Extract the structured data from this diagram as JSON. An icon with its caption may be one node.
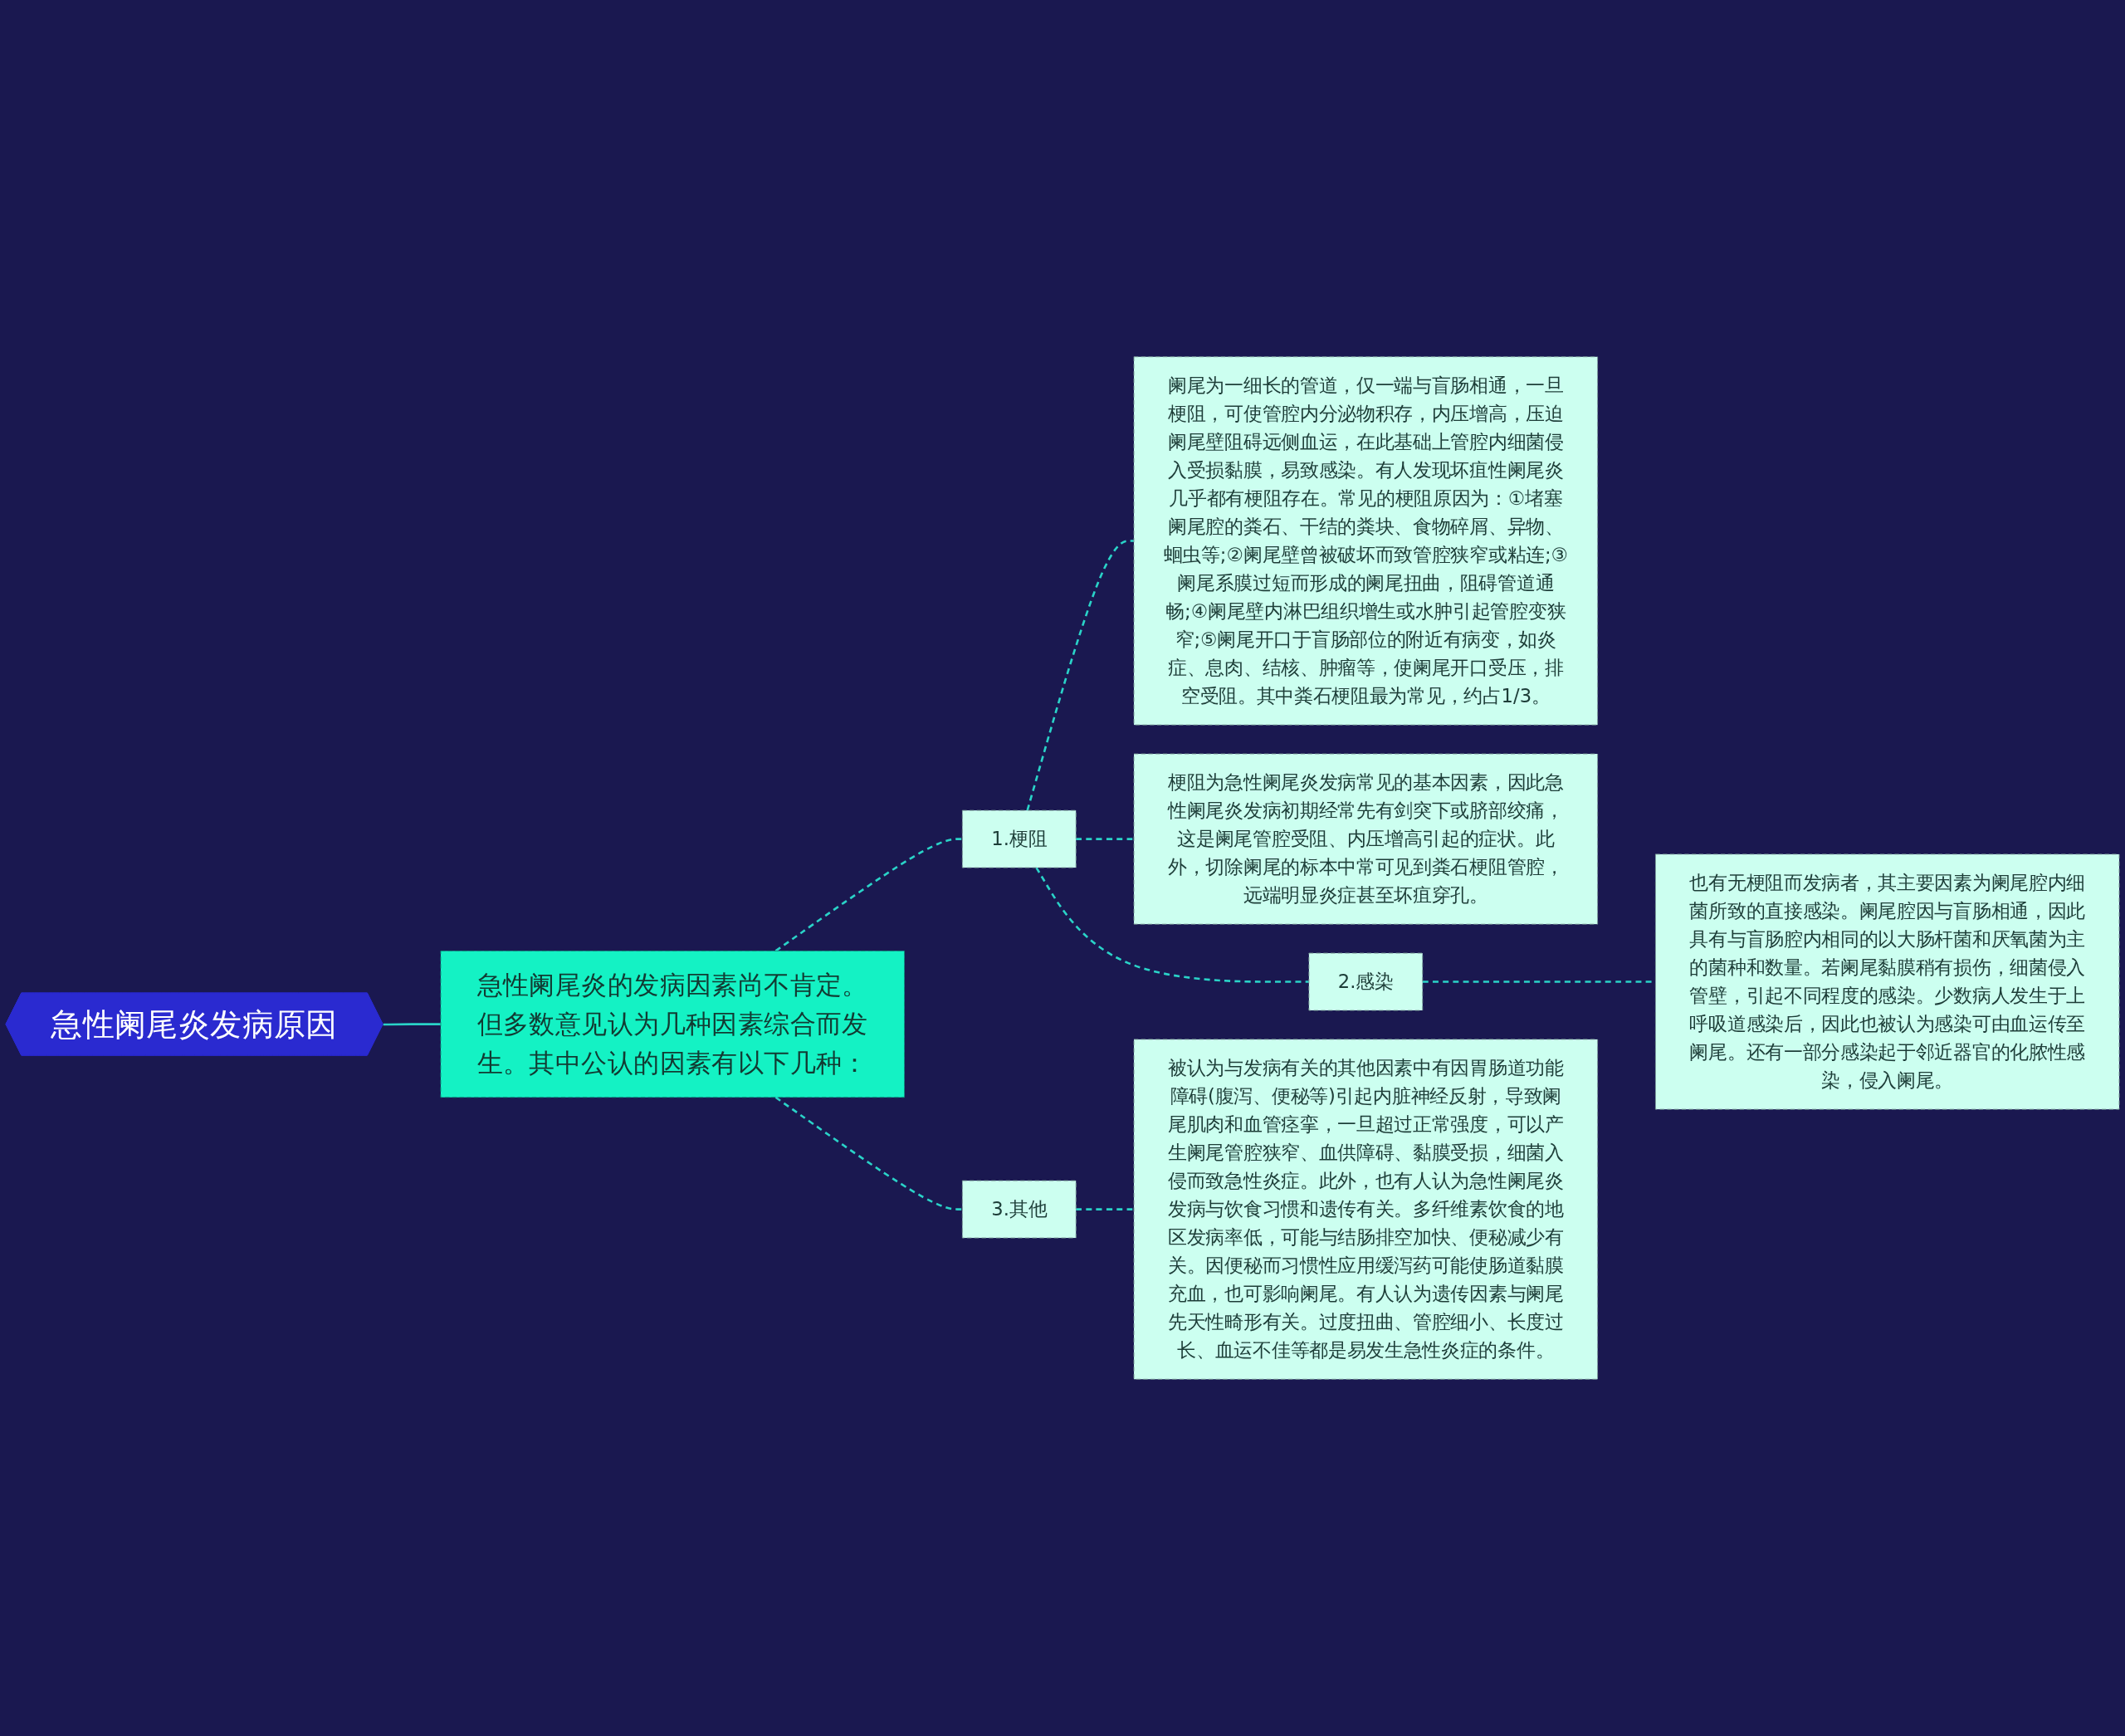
{
  "diagram": {
    "nodes": [
      {
        "text": [
          "急性阑尾炎发病原因"
        ]
      },
      {
        "text": [
          "急性阑尾炎的发病因素尚不肯定。但多数意见认为几种因素综合而发生。其中公认的因素有以下几种："
        ]
      },
      {
        "text": [
          "1.梗阻"
        ]
      },
      {
        "text": [
          "阑尾为一细长的管道，仅一端与盲肠相通，一旦梗阻，可使管腔内分泌物积存，内压增高，压迫阑尾壁阻碍远侧血运，在此基础上管腔内细菌侵入受损黏膜，易致感染。有人发现坏疽性阑尾炎几乎都有梗阻存在。常见的梗阻原因为：①堵塞阑尾腔的粪石、干结的粪块、食物碎屑、异物、蛔虫等;②阑尾壁曾被破坏而致管腔狭窄或粘连;③阑尾系膜过短而形成的阑尾扭曲，阻碍管道通畅;④阑尾壁内淋巴组织增生或水肿引起管腔变狭窄;⑤阑尾开口于盲肠部位的附近有病变，如炎症、息肉、结核、肿瘤等，使阑尾开口受压，排空受阻。其中粪石梗阻最为常见，约占1/3。"
        ]
      },
      {
        "text": [
          "梗阻为急性阑尾炎发病常见的基本因素，因此急性阑尾炎发病初期经常先有剑突下或脐部绞痛，这是阑尾管腔受阻、内压增高引起的症状。此外，切除阑尾的标本中常可见到粪石梗阻管腔，远端明显炎症甚至坏疽穿孔。"
        ]
      },
      {
        "text": [
          "2.感染"
        ]
      },
      {
        "text": [
          "也有无梗阻而发病者，其主要因素为阑尾腔内细菌所致的直接感染。阑尾腔因与盲肠相通，因此具有与盲肠腔内相同的以大肠杆菌和厌氧菌为主的菌种和数量。若阑尾黏膜稍有损伤，细菌侵入管壁，引起不同程度的感染。少数病人发生于上呼吸道感染后，因此也被认为感染可由血运传至阑尾。还有一部分感染起于邻近器官的化脓性感染，侵入阑尾。"
        ]
      },
      {
        "text": [
          "3.其他"
        ]
      },
      {
        "text": [
          "被认为与发病有关的其他因素中有因胃肠道功能障碍(腹泻、便秘等)引起内脏神经反射，导致阑尾肌肉和血管痉挛，一旦超过正常强度，可以产生阑尾管腔狭窄、血供障碍、黏膜受损，细菌入侵而致急性炎症。此外，也有人认为急性阑尾炎发病与饮食习惯和遗传有关。多纤维素饮食的地区发病率低，可能与结肠排空加快、便秘减少有关。因便秘而习惯性应用缓泻药可能使肠道黏膜充血，也可影响阑尾。有人认为遗传因素与阑尾先天性畸形有关。过度扭曲、管腔细小、长度过长、血运不佳等都是易发生急性炎症的条件。"
        ]
      }
    ],
    "edges": [
      {
        "from": 0,
        "to": 1,
        "arrow": "none"
      },
      {
        "from": 1,
        "to": 2,
        "arrow": "none",
        "style": "dashed"
      },
      {
        "from": 1,
        "to": 7,
        "arrow": "none",
        "style": "dashed"
      },
      {
        "from": 2,
        "to": 3,
        "arrow": "none",
        "style": "dashed"
      },
      {
        "from": 2,
        "to": 4,
        "arrow": "none",
        "style": "dashed"
      },
      {
        "from": 2,
        "to": 5,
        "arrow": "none",
        "style": "dashed"
      },
      {
        "from": 5,
        "to": 6,
        "arrow": "none",
        "style": "dashed"
      },
      {
        "from": 7,
        "to": 8,
        "arrow": "none",
        "style": "dashed"
      }
    ]
  }
}
